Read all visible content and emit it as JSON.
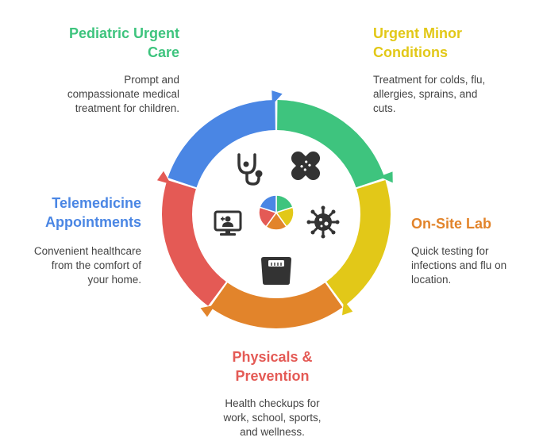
{
  "colors": {
    "green": "#3ec47e",
    "yellow": "#e2c818",
    "orange": "#e2842b",
    "red": "#e45a55",
    "blue": "#4a86e4",
    "icon": "#333333"
  },
  "sections": [
    {
      "id": "pediatric",
      "color": "#3ec47e",
      "title": [
        "Pediatric Urgent",
        "Care"
      ],
      "desc": [
        "Prompt and",
        "compassionate medical",
        "treatment for children."
      ],
      "icon": "stethoscope-icon"
    },
    {
      "id": "minor",
      "color": "#e2c818",
      "title": [
        "Urgent Minor",
        "Conditions"
      ],
      "desc": [
        "Treatment for colds, flu,",
        "allergies, sprains, and",
        "cuts."
      ],
      "icon": "bandage-icon"
    },
    {
      "id": "lab",
      "color": "#e2842b",
      "title": [
        "On-Site Lab"
      ],
      "desc": [
        "Quick testing for",
        "infections and flu on",
        "location."
      ],
      "icon": "virus-icon"
    },
    {
      "id": "physicals",
      "color": "#e45a55",
      "title": [
        "Physicals &",
        "Prevention"
      ],
      "desc": [
        "Health checkups for",
        "work, school, sports,",
        "and wellness."
      ],
      "icon": "scale-icon"
    },
    {
      "id": "telemedicine",
      "color": "#4a86e4",
      "title": [
        "Telemedicine",
        "Appointments"
      ],
      "desc": [
        "Convenient healthcare",
        "from the comfort of",
        "your home."
      ],
      "icon": "telemedicine-monitor-icon"
    }
  ]
}
